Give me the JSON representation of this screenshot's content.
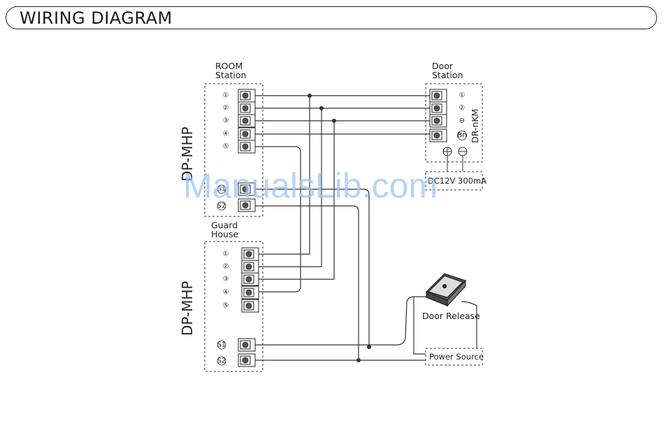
{
  "page": {
    "title": "WIRING DIAGRAM"
  },
  "room_station": {
    "line1": "ROOM",
    "line2": "Station",
    "model": "DP-MHP",
    "terminals": [
      "①",
      "②",
      "③",
      "④",
      "⑤"
    ],
    "s1": "S1",
    "s2": "S2"
  },
  "guard_house": {
    "line1": "Guard",
    "line2": "House",
    "model": "DP-MHP",
    "terminals": [
      "①",
      "②",
      "③",
      "④",
      "⑤"
    ],
    "s1": "S1",
    "s2": "S2"
  },
  "door_station": {
    "line1": "Door",
    "line2": "Station",
    "model": "DR-nKM",
    "terminals": [
      "①",
      "②",
      "⊖",
      "Bn"
    ],
    "power_label": "DC12V 300mA"
  },
  "door_release": {
    "label": "Door Release"
  },
  "power_source": {
    "label": "Power Source"
  },
  "watermark": "ManualsLib.com"
}
